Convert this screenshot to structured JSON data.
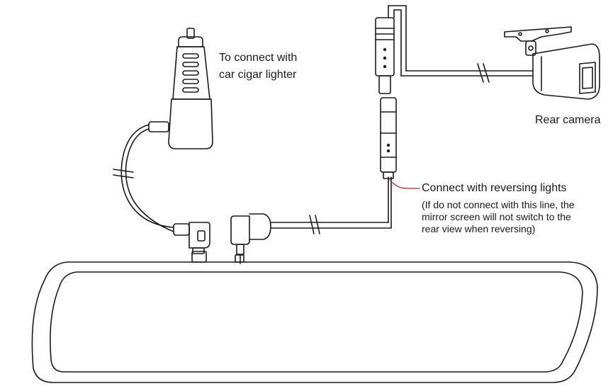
{
  "labels": {
    "cigar_lighter": [
      "To connect with",
      "car cigar lighter"
    ],
    "rear_camera": "Rear camera",
    "reversing_title": "Connect with reversing lights",
    "reversing_note": [
      "(If do not connect with this line, the",
      "mirror screen will not switch to the",
      "rear view when reversing)"
    ]
  },
  "colors": {
    "line": "#1a1a1a",
    "leader": "#d21f1f",
    "background": "#ffffff"
  }
}
